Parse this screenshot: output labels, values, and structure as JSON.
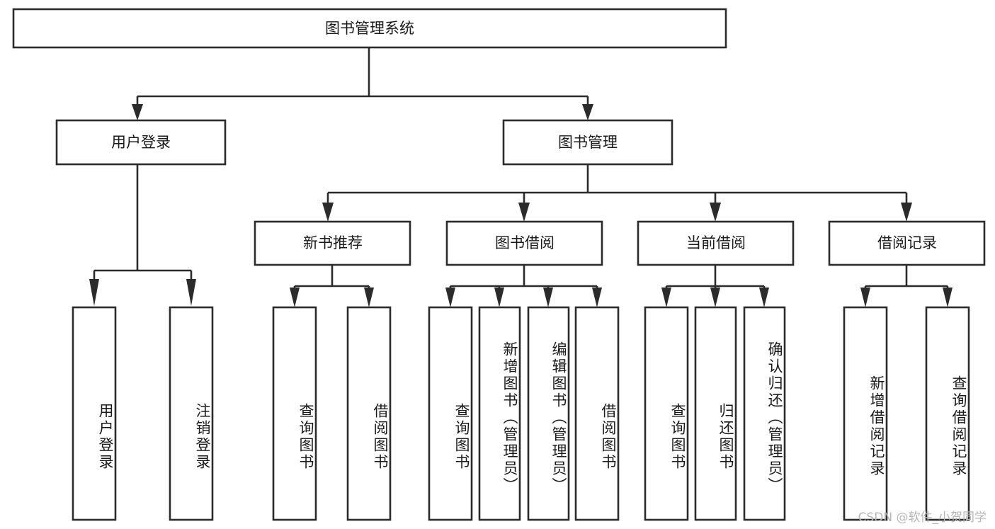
{
  "diagram": {
    "title": "图书管理系统",
    "type": "tree",
    "orientation": "top-down",
    "colors": {
      "box_stroke": "#2b2b2b",
      "box_fill": "#ffffff",
      "connector": "#2b2b2b",
      "text": "#1a1a1a",
      "watermark": "#b6b6b6",
      "background": "#ffffff"
    },
    "root": {
      "label": "图书管理系统"
    },
    "level2": [
      {
        "label": "用户登录"
      },
      {
        "label": "图书管理"
      }
    ],
    "level3": [
      {
        "label": "新书推荐"
      },
      {
        "label": "图书借阅"
      },
      {
        "label": "当前借阅"
      },
      {
        "label": "借阅记录"
      }
    ],
    "leaves": {
      "user_login": [
        {
          "label": "用户登录"
        },
        {
          "label": "注销登录"
        }
      ],
      "new_book_recommend": [
        {
          "label": "查询图书"
        },
        {
          "label": "借阅图书"
        }
      ],
      "book_borrow": [
        {
          "label": "查询图书"
        },
        {
          "label": "新增图书（管理员）"
        },
        {
          "label": "编辑图书（管理员）"
        },
        {
          "label": "借阅图书"
        }
      ],
      "current_borrow": [
        {
          "label": "查询图书"
        },
        {
          "label": "归还图书"
        },
        {
          "label": "确认归还（管理员）"
        }
      ],
      "borrow_record": [
        {
          "label": "新增借阅记录"
        },
        {
          "label": "查询借阅记录"
        }
      ]
    }
  },
  "watermark": {
    "text": "CSDN @软件_小贺同学"
  }
}
